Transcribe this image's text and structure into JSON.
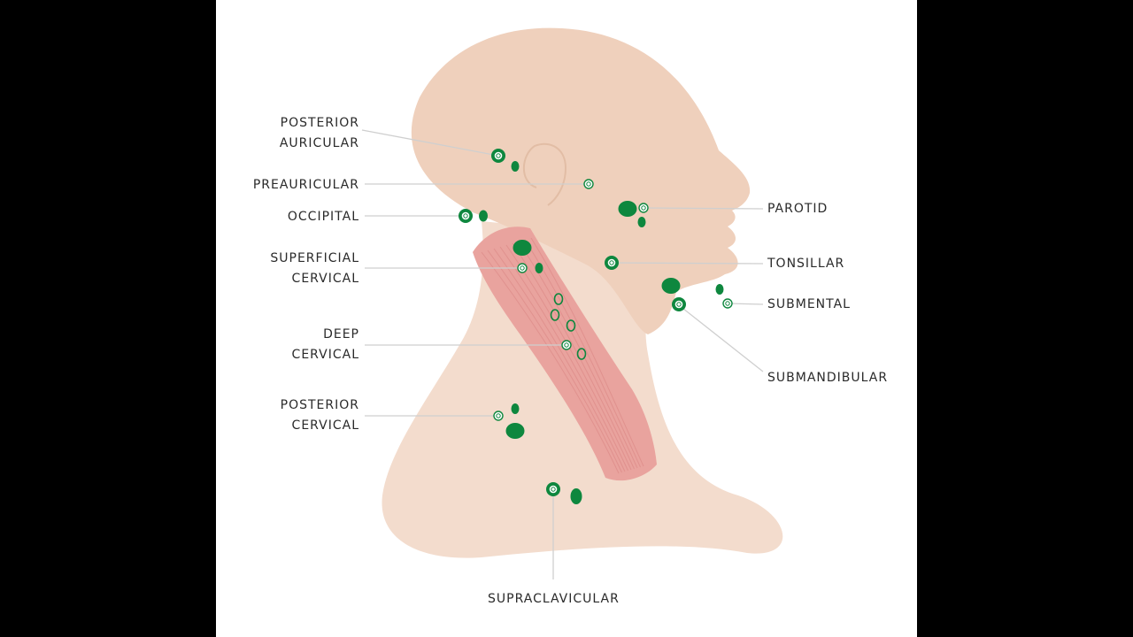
{
  "colors": {
    "background": "#000000",
    "canvas": "#ffffff",
    "skin_head": "#efd0bc",
    "skin_neck": "#f3dccd",
    "muscle": "#e9a39e",
    "muscle_stripe": "#d57d7a",
    "node": "#0e873e",
    "leader": "#cfcfcf"
  },
  "labels": {
    "posterior_auricular": [
      "POSTERIOR",
      "AURICULAR"
    ],
    "preauricular": "PREAURICULAR",
    "occipital": "OCCIPITAL",
    "superficial_cervical": [
      "SUPERFICIAL",
      "CERVICAL"
    ],
    "deep_cervical": [
      "DEEP",
      "CERVICAL"
    ],
    "posterior_cervical": [
      "POSTERIOR",
      "CERVICAL"
    ],
    "parotid": "PAROTID",
    "tonsillar": "TONSILLAR",
    "submental": "SUBMENTAL",
    "submandibular": "SUBMANDIBULAR",
    "supraclavicular": "SUPRACLAVICULAR"
  }
}
